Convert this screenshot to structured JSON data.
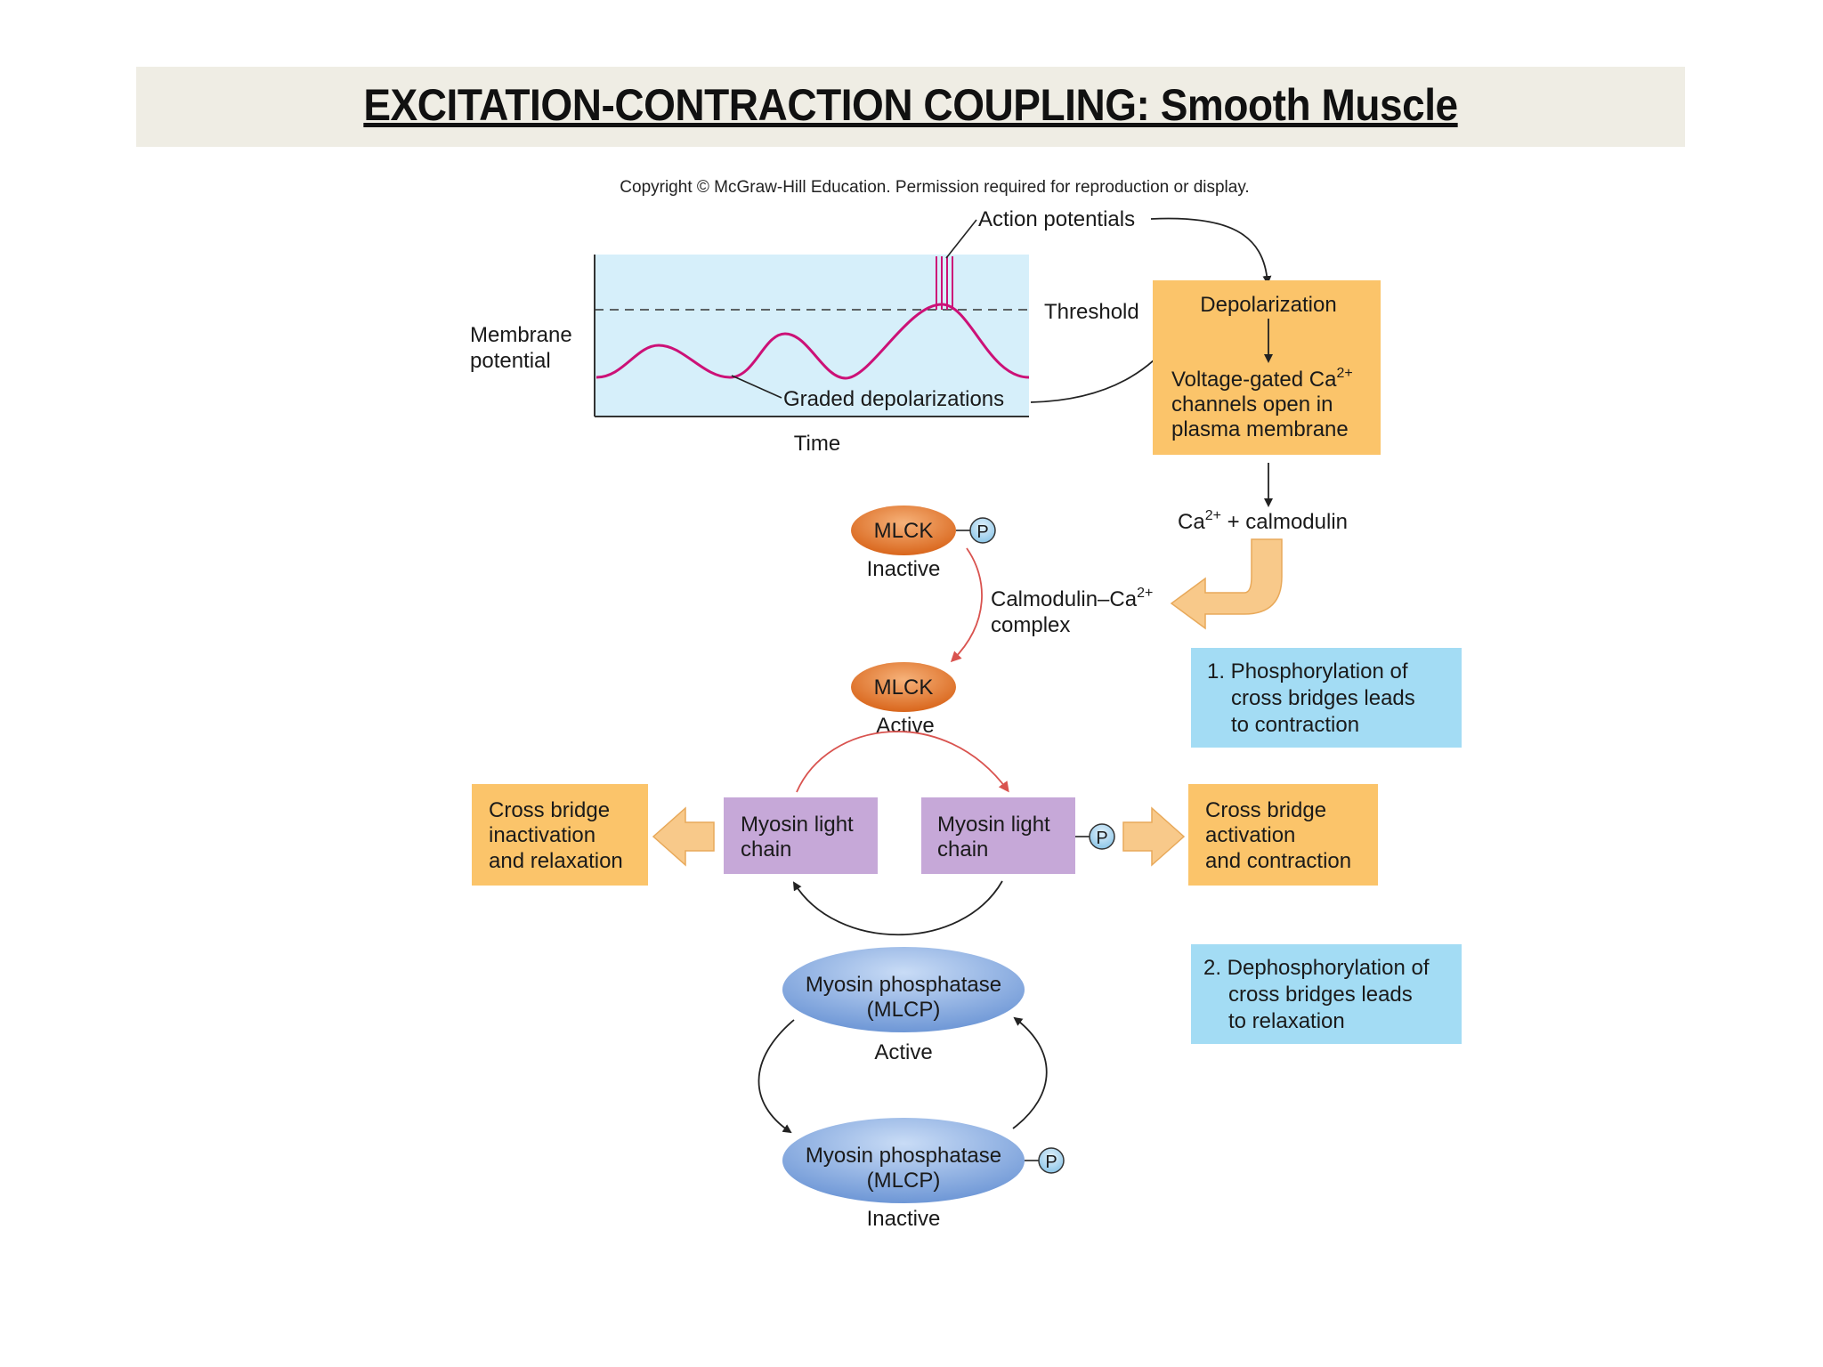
{
  "title": "EXCITATION-CONTRACTION COUPLING: Smooth Muscle",
  "copyright": "Copyright © McGraw-Hill Education. Permission required for reproduction or display.",
  "graph": {
    "y_label_line1": "Membrane",
    "y_label_line2": "potential",
    "x_label": "Time",
    "threshold": "Threshold",
    "action_potentials": "Action potentials",
    "graded": "Graded depolarizations"
  },
  "depolarization_box": {
    "title": "Depolarization",
    "line1_main": "Voltage-gated Ca",
    "line1_sup": "2+",
    "line2": "channels open in",
    "line3": "plasma membrane"
  },
  "calcium": {
    "ca_main": "Ca",
    "ca_sup": "2+",
    "ca_rest": " + calmodulin"
  },
  "complex": {
    "line1_main": "Calmodulin–Ca",
    "line1_sup": "2+",
    "line2": "complex"
  },
  "mlck_inactive": {
    "label": "MLCK",
    "state": "Inactive",
    "phosphate": "P"
  },
  "mlck_active": {
    "label": "MLCK",
    "state": "Active"
  },
  "myosin_left": {
    "line1": "Myosin light",
    "line2": "chain"
  },
  "myosin_right": {
    "line1": "Myosin light",
    "line2": "chain",
    "phosphate": "P"
  },
  "relax_box": {
    "line1": "Cross bridge",
    "line2": "inactivation",
    "line3": "and relaxation"
  },
  "contract_box": {
    "line1": "Cross bridge",
    "line2": "activation",
    "line3": "and contraction"
  },
  "note1": {
    "line1": "1. Phosphorylation of",
    "line2": "cross bridges leads",
    "line3": "to contraction"
  },
  "note2": {
    "line1": "2. Dephosphorylation of",
    "line2": "cross bridges leads",
    "line3": "to relaxation"
  },
  "mlcp_active": {
    "line1": "Myosin phosphatase",
    "line2": "(MLCP)",
    "state": "Active"
  },
  "mlcp_inactive": {
    "line1": "Myosin phosphatase",
    "line2": "(MLCP)",
    "state": "Inactive",
    "phosphate": "P"
  },
  "colors": {
    "orange_box": "#fbc46a",
    "blue_box": "#a3dcf4",
    "purple_box": "#c6a8d8",
    "graph_bg": "#d6effa",
    "wave": "#cc1177",
    "mlck": "#e07a2a",
    "mlcp": "#7aa2dc",
    "arrow_orange": "#f8c98a",
    "red_arrow": "#d9534f"
  }
}
